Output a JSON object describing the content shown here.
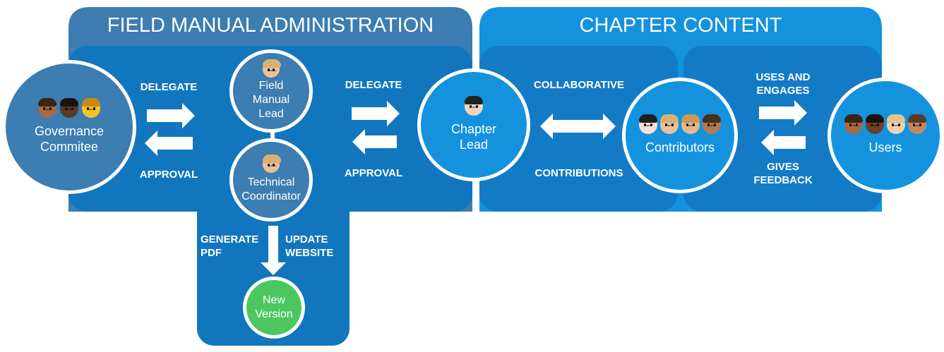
{
  "colors": {
    "admin_dark": "#3C7DB2",
    "admin_box": "#1176BE",
    "content": "#1592DD",
    "content_box": "#137BC6",
    "new_version": "#4CC760",
    "white": "#FFFFFF"
  },
  "sections": {
    "admin_title": "FIELD MANUAL ADMINISTRATION",
    "content_title": "CHAPTER CONTENT"
  },
  "nodes": {
    "governance": {
      "line1": "Governance",
      "line2": "Commitee",
      "icons": [
        "person-medium-dark-icon",
        "person-dark-icon",
        "person-blond-icon"
      ]
    },
    "field_manual_lead": {
      "line1": "Field",
      "line2": "Manual",
      "line3": "Lead",
      "icons": [
        "person-light-icon"
      ]
    },
    "technical_coordinator": {
      "line1": "Technical",
      "line2": "Coordinator",
      "icons": [
        "person-light-icon"
      ]
    },
    "chapter_lead": {
      "line1": "Chapter",
      "line2": "Lead",
      "icons": [
        "person-black-hair-icon"
      ]
    },
    "contributors": {
      "label": "Contributors",
      "icons": [
        "person-white-icon",
        "person-light-icon",
        "person-light-icon",
        "person-medium-icon"
      ]
    },
    "users": {
      "label": "Users",
      "icons": [
        "person-medium-dark-icon",
        "person-dark-icon",
        "person-light-icon",
        "person-medium-icon"
      ]
    },
    "new_version": {
      "line1": "New",
      "line2": "Version"
    }
  },
  "labels": {
    "delegate_1": "DELEGATE",
    "approval_1": "APPROVAL",
    "delegate_2": "DELEGATE",
    "approval_2": "APPROVAL",
    "collaborative": "COLLABORATIVE",
    "contributions": "CONTRIBUTIONS",
    "uses_1": "USES AND",
    "uses_2": "ENGAGES",
    "gives_1": "GIVES",
    "gives_2": "FEEDBACK",
    "generate_1": "GENERATE",
    "generate_2": "PDF",
    "update_1": "UPDATE",
    "update_2": "WEBSITE"
  }
}
